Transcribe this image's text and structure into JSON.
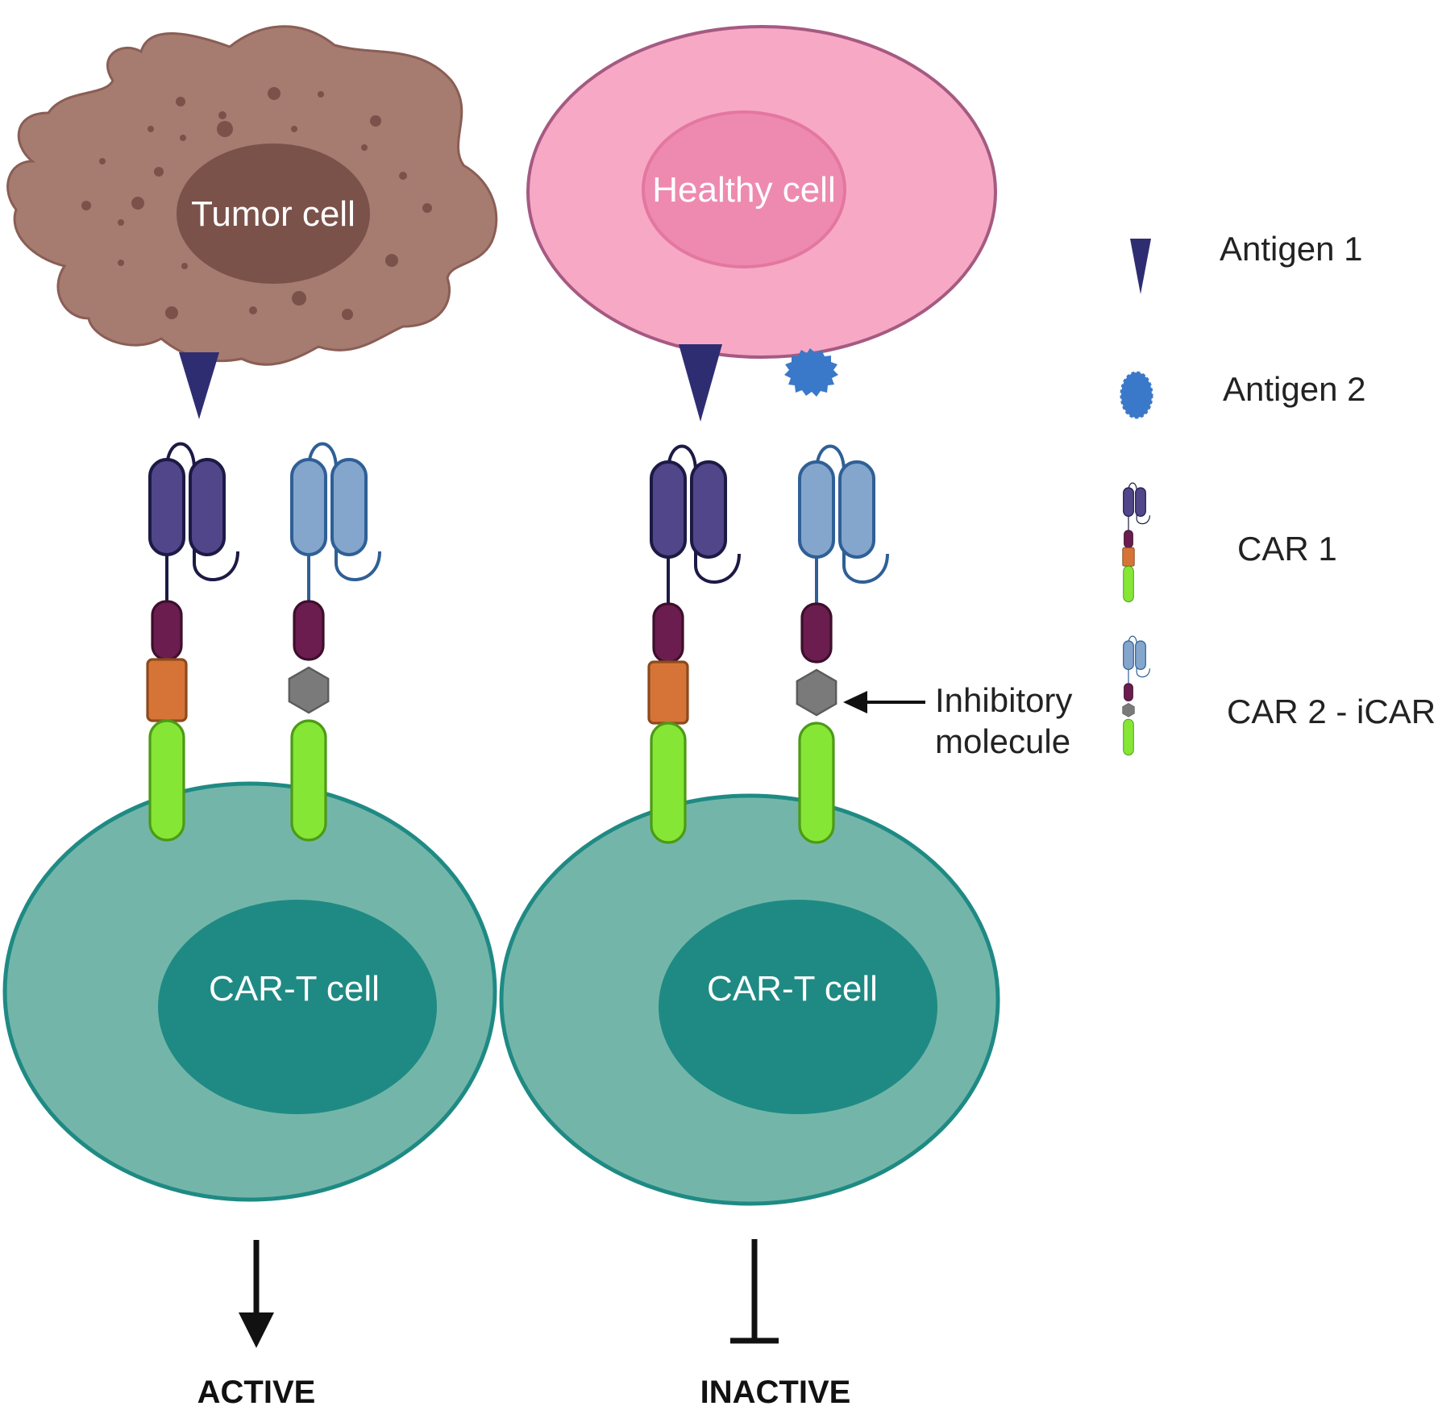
{
  "cells": {
    "tumor": "Tumor cell",
    "healthy": "Healthy cell",
    "cart_left": "CAR-T cell",
    "cart_right": "CAR-T cell"
  },
  "annotation": {
    "line1": "Inhibitory",
    "line2": "molecule"
  },
  "outcomes": {
    "left": "ACTIVE",
    "right": "INACTIVE"
  },
  "legend": {
    "antigen1": "Antigen 1",
    "antigen2": "Antigen 2",
    "car1": "CAR 1",
    "car2": "CAR 2 - iCAR"
  },
  "colors": {
    "tumor": "#a67b70",
    "tumor_nucleus": "#7a524a",
    "healthy": "#f7a8c4",
    "healthy_nucleus": "#ee8ab0",
    "cart": "#73b6a9",
    "cart_nucleus": "#1f8a84",
    "antigen1": "#2f2d72",
    "antigen2": "#3a78c9",
    "car1_scfv": "#51468a",
    "car2_scfv": "#84a6cc",
    "hinge": "#6b1d4f",
    "costim": "#d67438",
    "inhibitory": "#7a7a7a",
    "signal": "#85e636"
  }
}
